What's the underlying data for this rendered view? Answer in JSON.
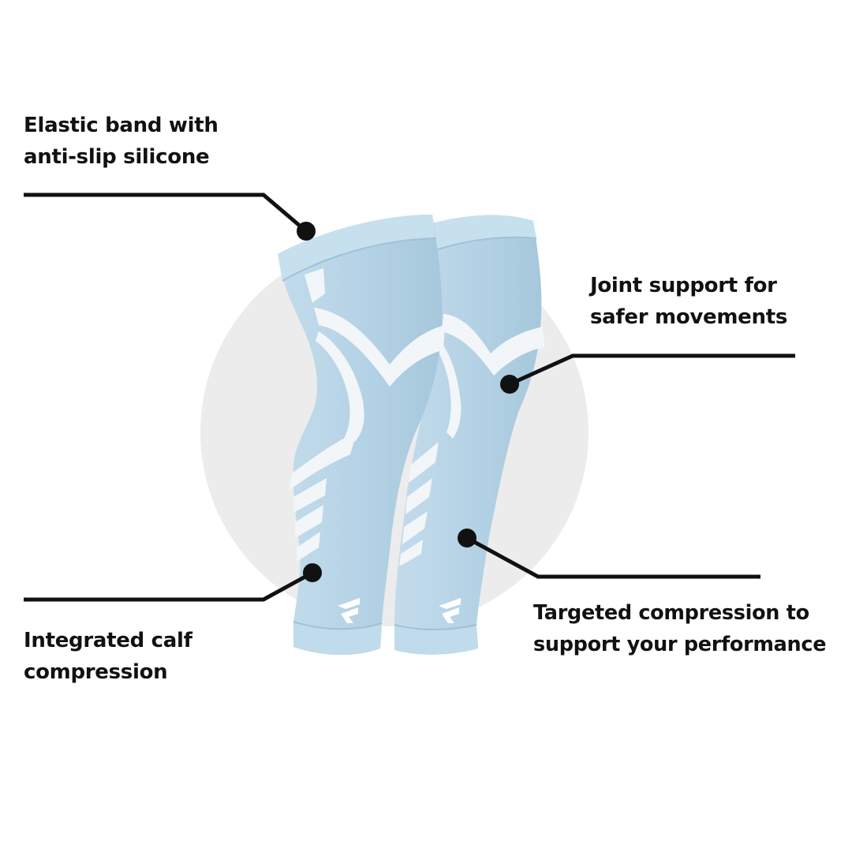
{
  "callouts": {
    "elastic_band": {
      "line1": "Elastic band with",
      "line2": "anti-slip silicone"
    },
    "joint_support": {
      "line1": "Joint support for",
      "line2": "safer movements"
    },
    "calf_compression": {
      "line1": "Integrated calf",
      "line2": "compression"
    },
    "targeted_compression": {
      "line1": "Targeted compression to",
      "line2": "support your performance"
    }
  },
  "colors": {
    "sleeve_fill": "#b6d4e6",
    "sleeve_shadow": "#9fc1d7",
    "sleeve_band": "#c7e0ee",
    "stripe": "#f2f6f8",
    "backdrop_circle": "#ececec",
    "leader_line": "#111111",
    "text": "#111111"
  },
  "icons": {
    "brand_logo": "brand-logo-icon"
  }
}
